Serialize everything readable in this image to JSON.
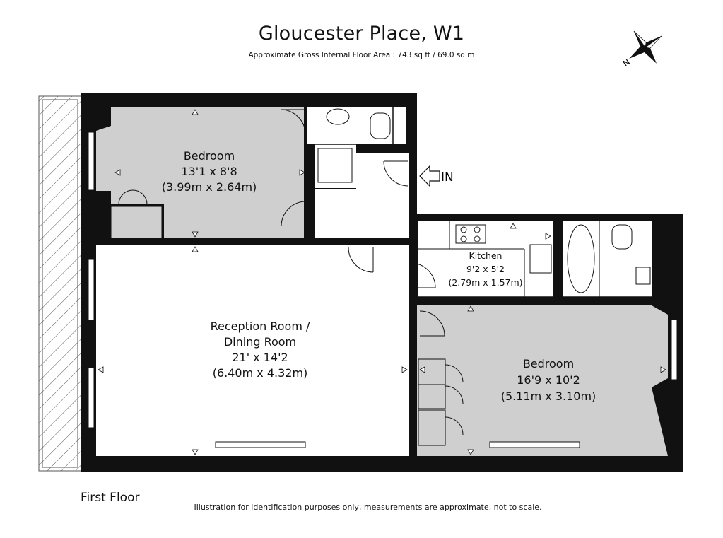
{
  "header": {
    "title": "Gloucester Place, W1",
    "subtitle": "Approximate Gross Internal Floor Area : 743 sq ft / 69.0 sq m"
  },
  "compass": {
    "north_label": "N",
    "icon": "compass-rose-icon"
  },
  "entrance": {
    "label": "IN",
    "icon": "entrance-arrow-icon"
  },
  "rooms": {
    "bedroom1": {
      "name": "Bedroom",
      "imperial": "13'1 x 8'8",
      "metric": "(3.99m x 2.64m)"
    },
    "reception": {
      "name_line1": "Reception Room /",
      "name_line2": "Dining Room",
      "imperial": "21' x 14'2",
      "metric": "(6.40m x 4.32m)"
    },
    "kitchen": {
      "name": "Kitchen",
      "imperial": "9'2 x 5'2",
      "metric": "(2.79m x 1.57m)"
    },
    "bedroom2": {
      "name": "Bedroom",
      "imperial": "16'9 x 10'2",
      "metric": "(5.11m x 3.10m)"
    }
  },
  "footer": {
    "floor": "First Floor",
    "disclaimer": "Illustration for identification purposes only, measurements are approximate, not to scale."
  },
  "colors": {
    "wall": "#111111",
    "room_fill": "#cfcfcf",
    "page": "#ffffff",
    "hatch": "#555555"
  }
}
